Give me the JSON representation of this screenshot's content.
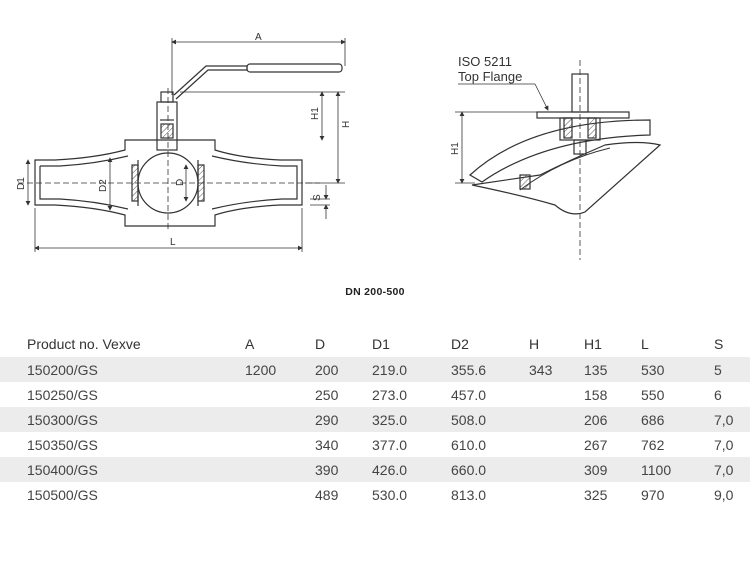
{
  "drawing": {
    "dim_labels": {
      "A": "A",
      "H": "H",
      "H1": "H1",
      "D": "D",
      "D1": "D1",
      "D2": "D2",
      "L": "L",
      "S": "S"
    },
    "flange_label_1": "ISO 5211",
    "flange_label_2": "Top Flange"
  },
  "caption": "DN 200-500",
  "table": {
    "headers": [
      "Product no. Vexve",
      "A",
      "D",
      "D1",
      "D2",
      "H",
      "H1",
      "L",
      "S"
    ],
    "rows": [
      [
        "150200/GS",
        "1200",
        "200",
        "219.0",
        "355.6",
        "343",
        "135",
        "530",
        "5"
      ],
      [
        "150250/GS",
        "",
        "250",
        "273.0",
        "457.0",
        "",
        "158",
        "550",
        "6"
      ],
      [
        "150300/GS",
        "",
        "290",
        "325.0",
        "508.0",
        "",
        "206",
        "686",
        "7,0"
      ],
      [
        "150350/GS",
        "",
        "340",
        "377.0",
        "610.0",
        "",
        "267",
        "762",
        "7,0"
      ],
      [
        "150400/GS",
        "",
        "390",
        "426.0",
        "660.0",
        "",
        "309",
        "1100",
        "7,0"
      ],
      [
        "150500/GS",
        "",
        "489",
        "530.0",
        "813.0",
        "",
        "325",
        "970",
        "9,0"
      ]
    ]
  }
}
